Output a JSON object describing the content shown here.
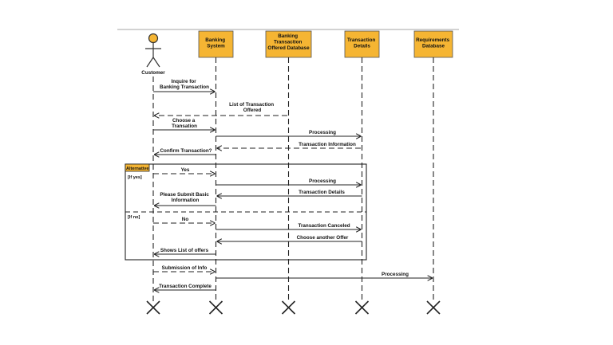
{
  "actors": {
    "customer": "Customer"
  },
  "lifelines": {
    "banking_system": [
      "Banking",
      "System"
    ],
    "offered_db": [
      "Banking",
      "Transaction",
      "Offered Database"
    ],
    "details": [
      "Transaction",
      "Details"
    ],
    "requirements_db": [
      "Requirements",
      "Database"
    ]
  },
  "fragment": {
    "tag": "Alternative",
    "guard_yes": "[If yes]",
    "guard_no": "[If no]"
  },
  "messages": {
    "m1": [
      "Inquire for",
      "Banking Transaction"
    ],
    "m2": [
      "List of Transaction",
      "Offered"
    ],
    "m3": [
      "Choose a",
      "Transation"
    ],
    "m4": [
      "Processing"
    ],
    "m5": [
      "Transaction Information"
    ],
    "m6": [
      "Confirm Transaction?"
    ],
    "m7": [
      "Yes"
    ],
    "m8": [
      "Processing"
    ],
    "m9": [
      "Transaction Details"
    ],
    "m10": [
      "Please Submit Basic",
      "Information"
    ],
    "m11": [
      "No"
    ],
    "m12": [
      "Transaction Canceled"
    ],
    "m13": [
      "Choose another Offer"
    ],
    "m14": [
      "Shows List of offers"
    ],
    "m15": [
      "Submission of Info"
    ],
    "m16": [
      "Processing"
    ],
    "m17": [
      "Transaction Complete"
    ]
  },
  "colors": {
    "box_fill": "#f5b533",
    "box_stroke": "#555555",
    "line": "#222222"
  }
}
